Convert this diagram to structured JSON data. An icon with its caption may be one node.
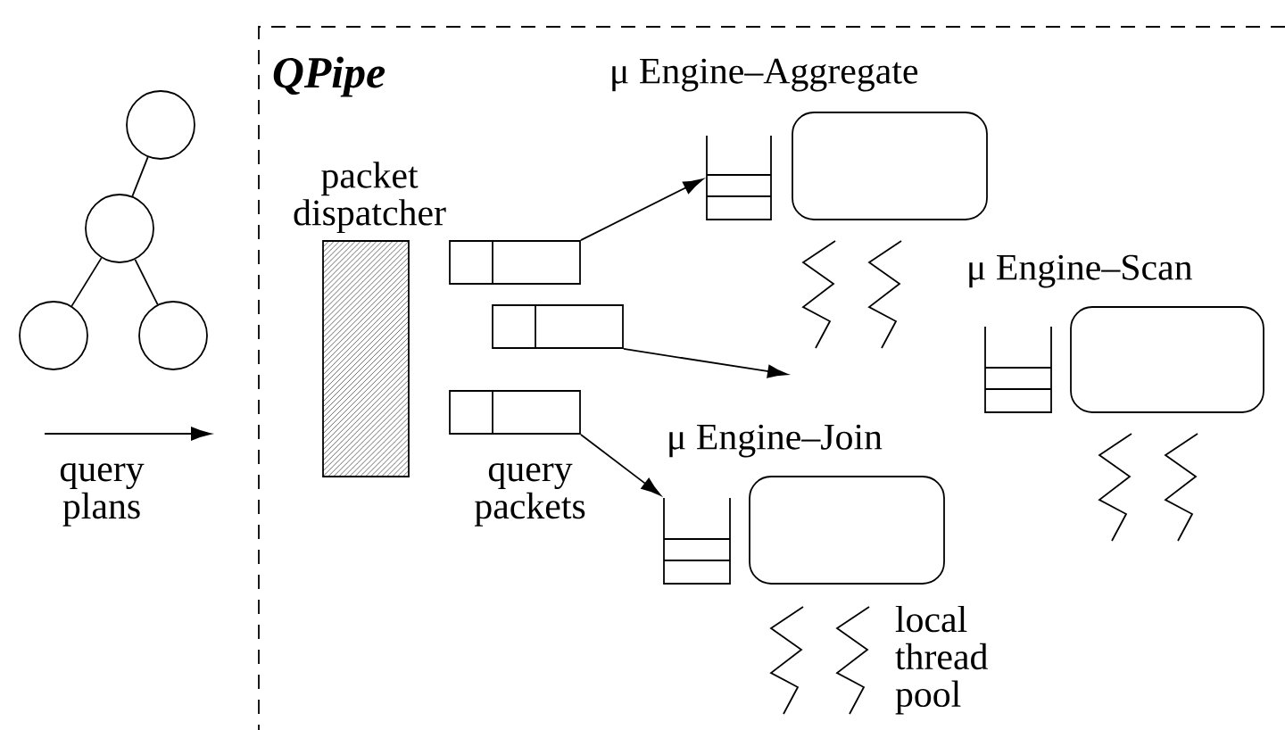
{
  "diagram": {
    "nodes": [
      {
        "text": [
          "QPipe"
        ]
      },
      {
        "text": [],
        "shape": "circle"
      },
      {
        "text": [],
        "shape": "circle"
      },
      {
        "text": [],
        "shape": "circle"
      },
      {
        "text": [],
        "shape": "circle"
      },
      {
        "text": [
          "packet dispatcher"
        ],
        "in": 0
      },
      {
        "text": [],
        "shape": "box",
        "in": 0
      },
      {
        "text": [],
        "shape": "box",
        "in": 0
      },
      {
        "text": [],
        "shape": "box",
        "in": 0
      },
      {
        "text": [],
        "shape": "queue",
        "in": 0
      },
      {
        "text": [],
        "shape": "box",
        "in": 0
      },
      {
        "text": [],
        "shape": "queue",
        "in": 0
      },
      {
        "text": [],
        "shape": "box",
        "in": 0
      },
      {
        "text": [],
        "shape": "queue",
        "in": 0
      },
      {
        "text": [],
        "shape": "box",
        "in": 0
      }
    ],
    "edges": [
      {
        "from": 1,
        "to": 2,
        "arrow": "none"
      },
      {
        "from": 2,
        "to": 3,
        "arrow": "none"
      },
      {
        "from": 2,
        "to": 4,
        "arrow": "none"
      },
      {
        "from": 6,
        "to": 9,
        "arrow": "to"
      },
      {
        "from": 7,
        "to": null,
        "arrow": "to"
      },
      {
        "from": 8,
        "to": 13,
        "arrow": "to"
      }
    ],
    "labels": [
      "μ Engine–Aggregate",
      "μ Engine–Scan",
      "μ Engine–Join",
      "query plans",
      "query packets",
      "local thread pool"
    ]
  }
}
